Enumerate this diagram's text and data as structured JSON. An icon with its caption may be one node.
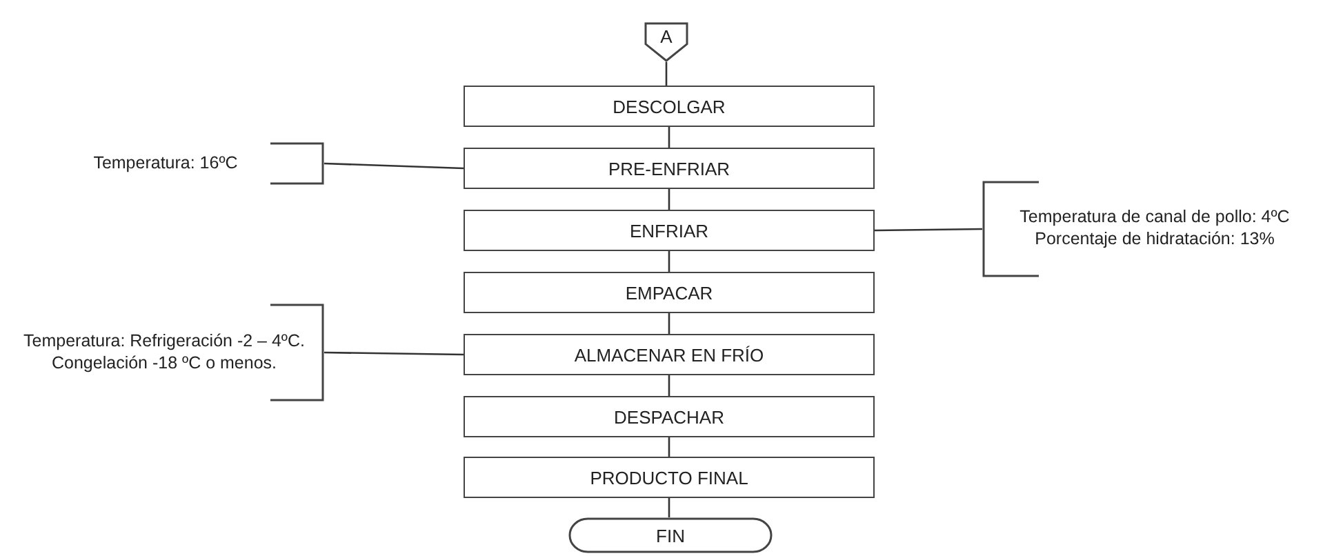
{
  "diagram": {
    "nodes": [
      {
        "text": [
          "A"
        ]
      },
      {
        "text": [
          "DESCOLGAR"
        ]
      },
      {
        "text": [
          "Temperatura: 16ºC"
        ]
      },
      {
        "text": [
          "PRE-ENFRIAR"
        ]
      },
      {
        "text": [
          "ENFRIAR"
        ]
      },
      {
        "text": [
          "Temperatura de canal de pollo: 4ºC",
          "Porcentaje de hidratación: 13%"
        ]
      },
      {
        "text": [
          "EMPACAR"
        ]
      },
      {
        "text": [
          "Temperatura: Refrigeración -2 – 4ºC. Congelación -18 ºC o menos."
        ]
      },
      {
        "text": [
          "ALMACENAR EN FRÍO"
        ]
      },
      {
        "text": [
          "DESPACHAR"
        ]
      },
      {
        "text": [
          "PRODUCTO FINAL"
        ]
      },
      {
        "text": [
          "FIN"
        ]
      }
    ],
    "edges": [
      {
        "from": 0,
        "to": 1,
        "arrow": "none"
      },
      {
        "from": 1,
        "to": 3,
        "arrow": "none"
      },
      {
        "from": 2,
        "to": 3,
        "arrow": "none"
      },
      {
        "from": 3,
        "to": 4,
        "arrow": "none"
      },
      {
        "from": 4,
        "to": 5,
        "arrow": "none"
      },
      {
        "from": 4,
        "to": 6,
        "arrow": "none"
      },
      {
        "from": 7,
        "to": 8,
        "arrow": "none"
      },
      {
        "from": 6,
        "to": 8,
        "arrow": "none"
      },
      {
        "from": 8,
        "to": 9,
        "arrow": "none"
      },
      {
        "from": 9,
        "to": 10,
        "arrow": "none"
      },
      {
        "from": 10,
        "to": 11,
        "arrow": "none"
      }
    ]
  }
}
